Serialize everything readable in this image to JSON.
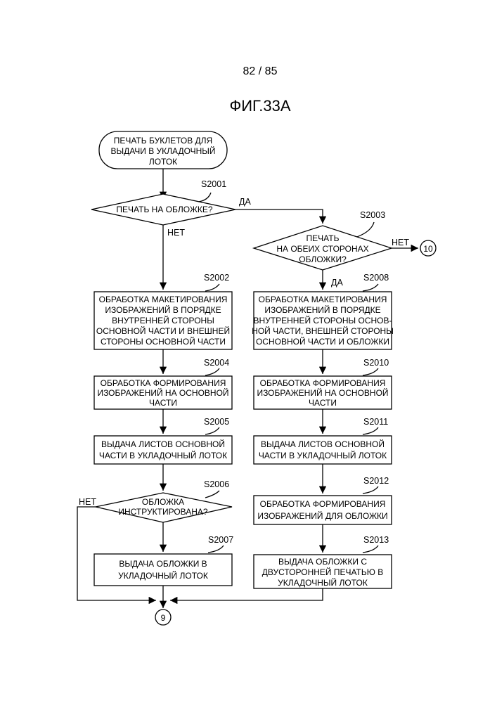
{
  "page_number": "82 / 85",
  "figure_title": "ФИГ.33А",
  "start": {
    "lines": [
      "ПЕЧАТЬ БУКЛЕТОВ ДЛЯ",
      "ВЫДАЧИ В УКЛАДОЧНЫЙ",
      "ЛОТОК"
    ]
  },
  "steps": {
    "S2001": {
      "id": "S2001",
      "lines": [
        "ПЕЧАТЬ НА ОБЛОЖКЕ?"
      ]
    },
    "S2002": {
      "id": "S2002",
      "lines": [
        "ОБРАБОТКА МАКЕТИРОВАНИЯ",
        "ИЗОБРАЖЕНИЙ В ПОРЯДКЕ",
        "ВНУТРЕННЕЙ СТОРОНЫ",
        "ОСНОВНОЙ ЧАСТИ И ВНЕШНЕЙ",
        "СТОРОНЫ ОСНОВНОЙ ЧАСТИ"
      ]
    },
    "S2003": {
      "id": "S2003",
      "lines": [
        "ПЕЧАТЬ",
        "НА ОБЕИХ СТОРОНАХ",
        "ОБЛОЖКИ?"
      ]
    },
    "S2004": {
      "id": "S2004",
      "lines": [
        "ОБРАБОТКА ФОРМИРОВАНИЯ",
        "ИЗОБРАЖЕНИЙ НА ОСНОВНОЙ",
        "ЧАСТИ"
      ]
    },
    "S2005": {
      "id": "S2005",
      "lines": [
        "ВЫДАЧА ЛИСТОВ ОСНОВНОЙ",
        "ЧАСТИ В УКЛАДОЧНЫЙ ЛОТОК"
      ]
    },
    "S2006": {
      "id": "S2006",
      "lines": [
        "ОБЛОЖКА",
        "ИНСТРУКТИРОВАНА?"
      ]
    },
    "S2007": {
      "id": "S2007",
      "lines": [
        "ВЫДАЧА ОБЛОЖКИ В",
        "УКЛАДОЧНЫЙ ЛОТОК"
      ]
    },
    "S2008": {
      "id": "S2008",
      "lines": [
        "ОБРАБОТКА МАКЕТИРОВАНИЯ",
        "ИЗОБРАЖЕНИЙ В ПОРЯДКЕ",
        "ВНУТРЕННЕЙ СТОРОНЫ ОСНОВ-",
        "НОЙ ЧАСТИ, ВНЕШНЕЙ СТОРОНЫ",
        "ОСНОВНОЙ ЧАСТИ И ОБЛОЖКИ"
      ]
    },
    "S2010": {
      "id": "S2010",
      "lines": [
        "ОБРАБОТКА ФОРМИРОВАНИЯ",
        "ИЗОБРАЖЕНИЙ НА ОСНОВНОЙ",
        "ЧАСТИ"
      ]
    },
    "S2011": {
      "id": "S2011",
      "lines": [
        "ВЫДАЧА ЛИСТОВ ОСНОВНОЙ",
        "ЧАСТИ В УКЛАДОЧНЫЙ ЛОТОК"
      ]
    },
    "S2012": {
      "id": "S2012",
      "lines": [
        "ОБРАБОТКА ФОРМИРОВАНИЯ",
        "ИЗОБРАЖЕНИЙ ДЛЯ ОБЛОЖКИ"
      ]
    },
    "S2013": {
      "id": "S2013",
      "lines": [
        "ВЫДАЧА ОБЛОЖКИ С",
        "ДВУСТОРОННЕЙ ПЕЧАТЬЮ В",
        "УКЛАДОЧНЫЙ ЛОТОК"
      ]
    }
  },
  "branches": {
    "s2001_yes": "ДА",
    "s2001_no": "НЕТ",
    "s2003_yes": "ДА",
    "s2003_no": "НЕТ",
    "s2006_no": "НЕТ"
  },
  "connectors": {
    "c9": "9",
    "c10": "10"
  }
}
